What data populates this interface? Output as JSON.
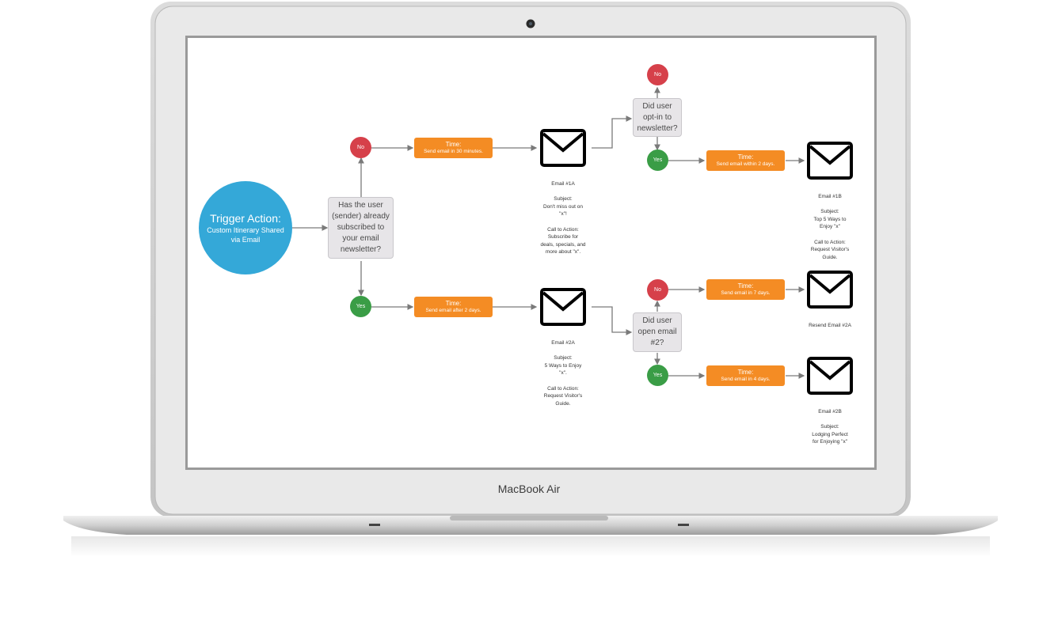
{
  "device": {
    "brand_label": "MacBook Air"
  },
  "colors": {
    "trigger": "#34a8d8",
    "no": "#d6404a",
    "yes": "#3a9d46",
    "timer": "#f48c24",
    "decision": "#e7e5e8"
  },
  "icons": {
    "email": "envelope-icon"
  },
  "flow": {
    "trigger": {
      "title": "Trigger Action:",
      "subtitle": "Custom Itinerary Shared via Email"
    },
    "decision_subscribed": "Has the user (sender) already subscribed to your email newsletter?",
    "decision_optin": "Did user opt-in to newsletter?",
    "decision_open": "Did user open email #2?",
    "labels": {
      "no": "No",
      "yes": "Yes"
    },
    "timers": {
      "t30min": {
        "label": "Time:",
        "detail": "Send email in 30 minutes."
      },
      "t2days_after": {
        "label": "Time:",
        "detail": "Send email after 2 days."
      },
      "t2days_within": {
        "label": "Time:",
        "detail": "Send email within 2 days."
      },
      "t7days": {
        "label": "Time:",
        "detail": "Send email in 7 days."
      },
      "t4days": {
        "label": "Time:",
        "detail": "Send email in 4 days."
      }
    },
    "emails": {
      "e1a": "Email #1A\n\nSubject:\nDon't miss out on\n\"x\"!\n\nCall to Action:\nSubscribe for\ndeals, specials, and\nmore about \"x\".",
      "e2a": "Email #2A\n\nSubject:\n5 Ways to Enjoy\n\"x\".\n\nCall to Action:\nRequest Visitor's\nGuide.",
      "e1b": "Email #1B\n\nSubject:\nTop 5 Ways to\nEnjoy \"x\"\n\nCall to Action:\nRequest Visitor's\nGuide.",
      "resend": "Resend Email #2A",
      "e2b": "Email #2B\n\nSubject:\nLodging Perfect\nfor Enjoying \"x\""
    }
  }
}
